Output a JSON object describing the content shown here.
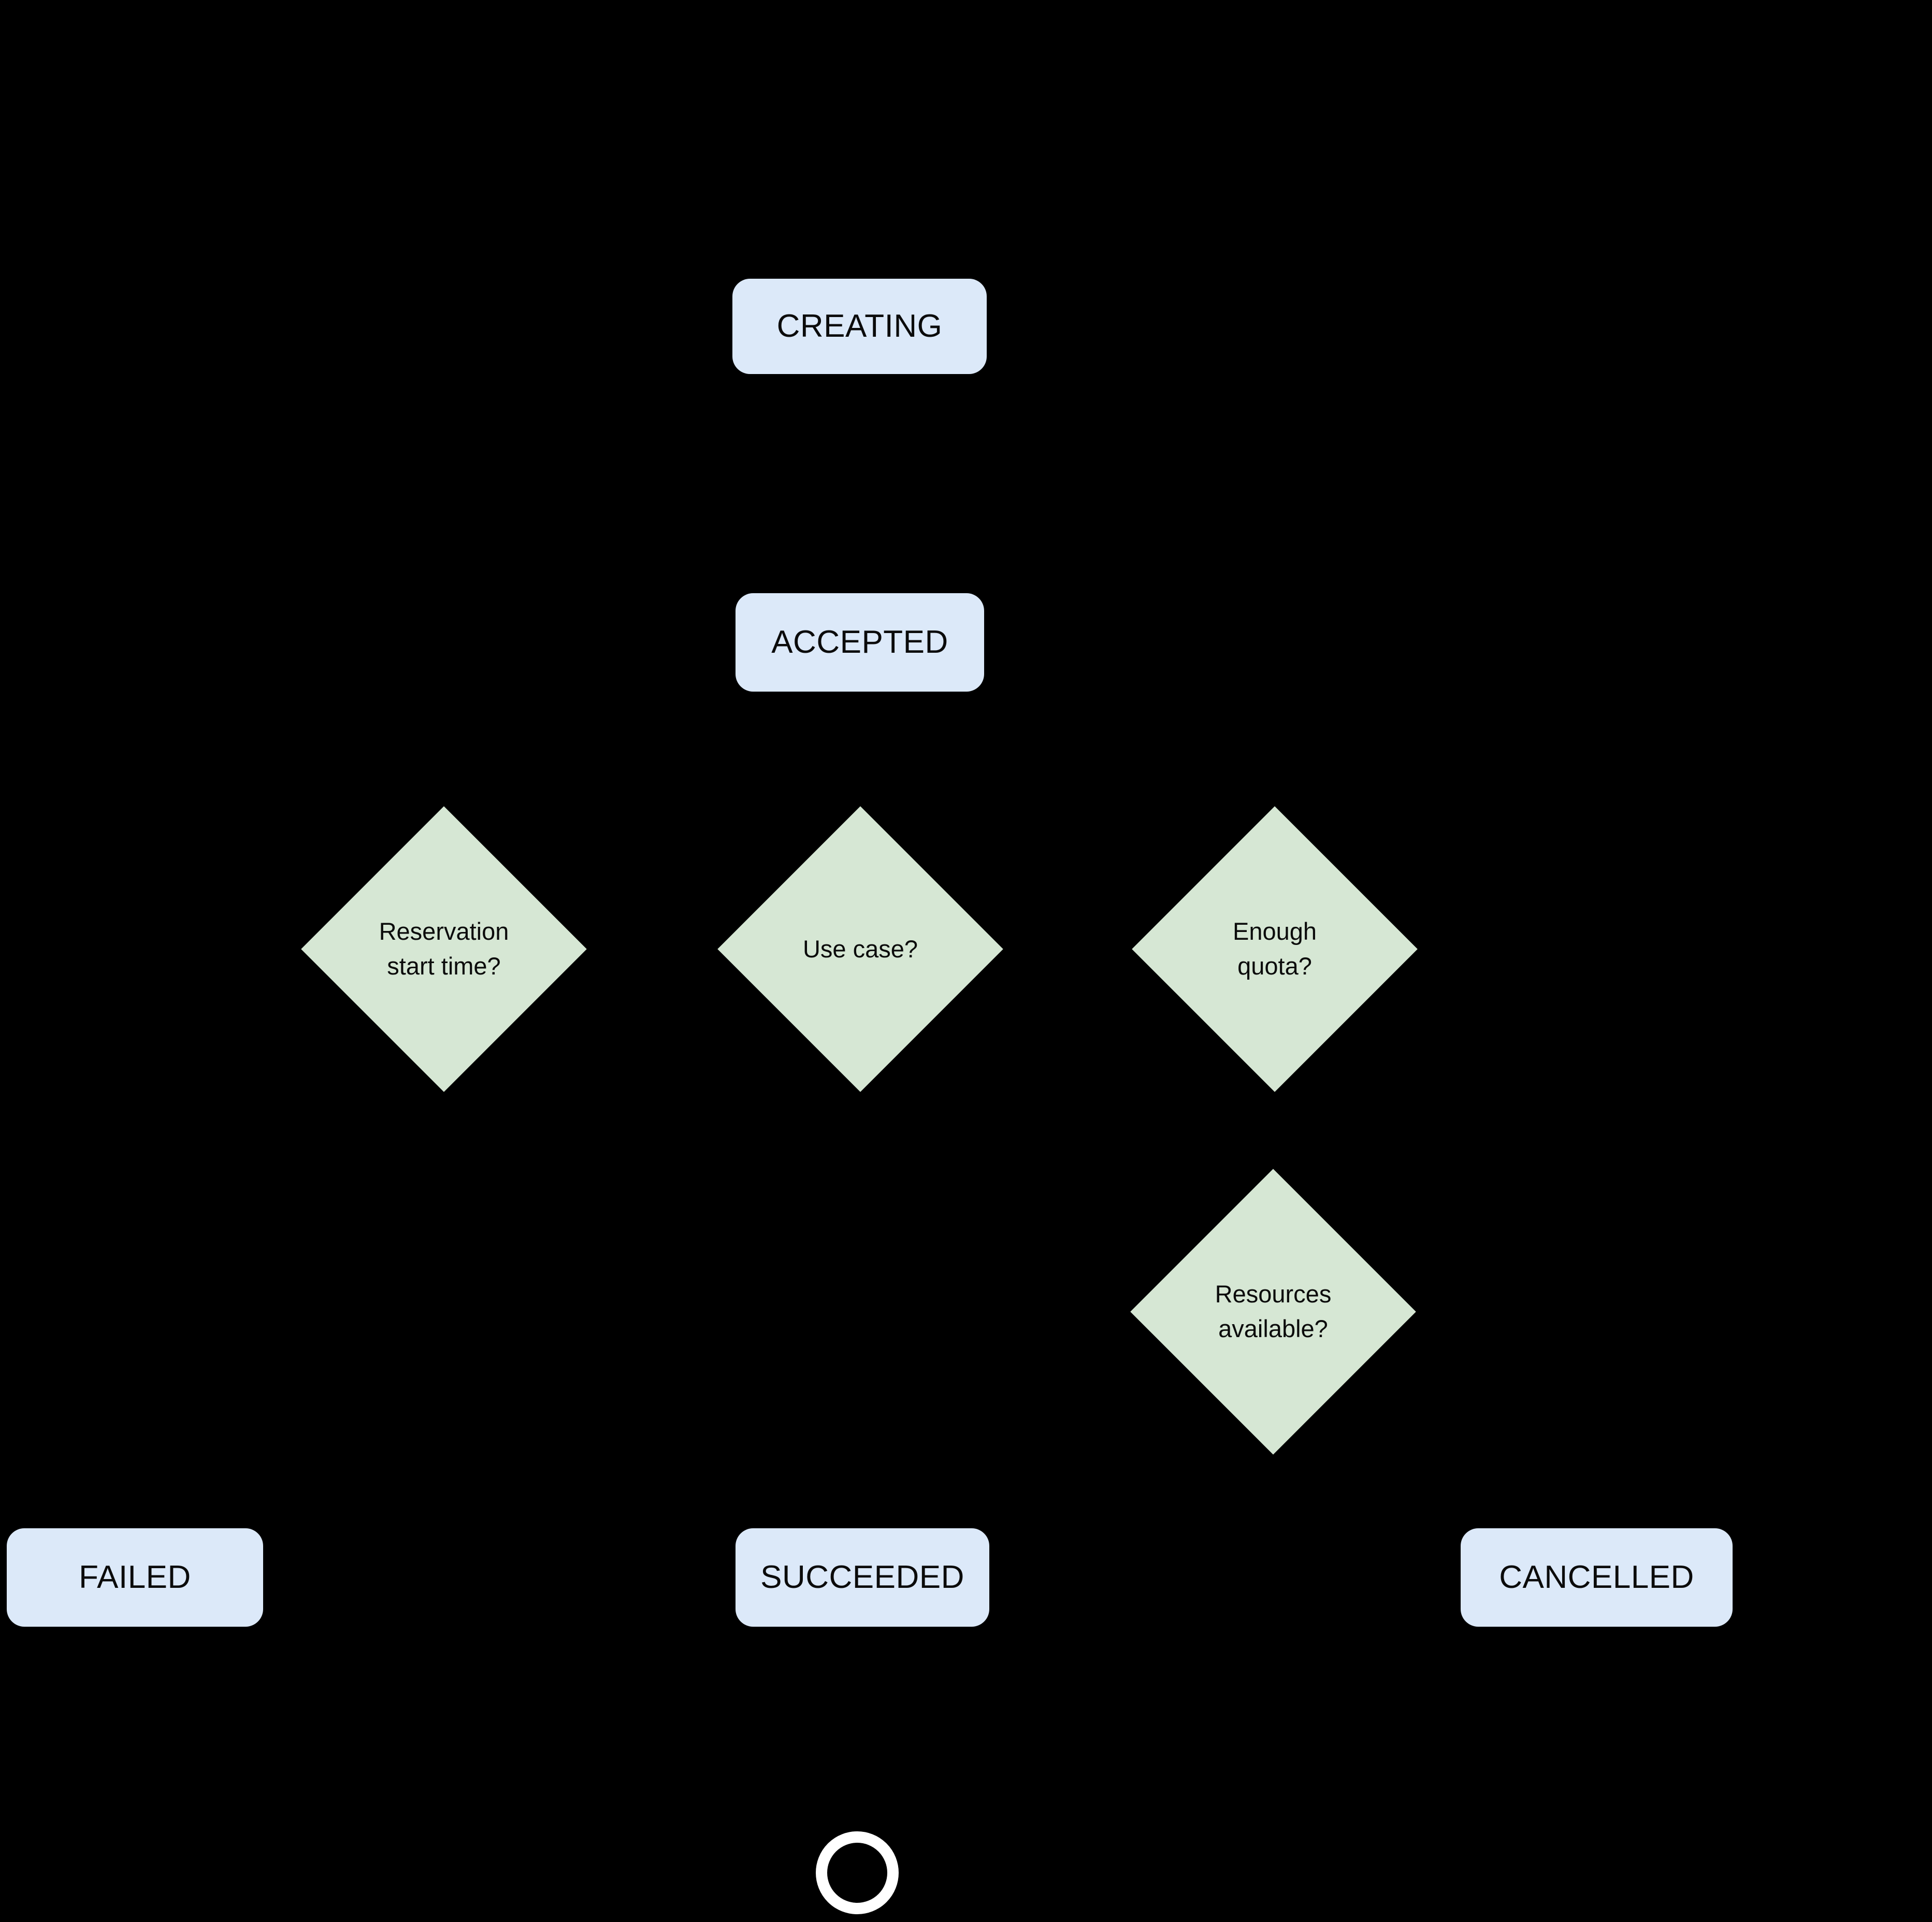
{
  "diagram": {
    "title": "Reservation state machine flowchart",
    "background_color": "#000000",
    "state_fill": "#dce9f9",
    "decision_fill": "#d6e7d4",
    "terminal_stroke": "#ffffff",
    "text_color": "#0b0b0b"
  },
  "states": [
    {
      "id": "creating",
      "label": "CREATING"
    },
    {
      "id": "accepted",
      "label": "ACCEPTED"
    },
    {
      "id": "failed",
      "label": "FAILED"
    },
    {
      "id": "succeeded",
      "label": "SUCCEEDED"
    },
    {
      "id": "cancelled",
      "label": "CANCELLED"
    }
  ],
  "decisions": [
    {
      "id": "reservation-start-time",
      "label": "Reservation\nstart time?"
    },
    {
      "id": "use-case",
      "label": "Use case?"
    },
    {
      "id": "enough-quota",
      "label": "Enough\nquota?"
    },
    {
      "id": "resources-available",
      "label": "Resources\navailable?"
    }
  ],
  "terminal": {
    "id": "end-node",
    "label": ""
  }
}
